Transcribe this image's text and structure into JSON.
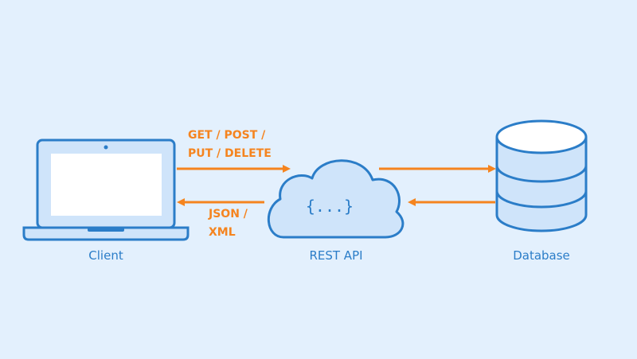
{
  "nodes": {
    "client": {
      "label": "Client"
    },
    "api": {
      "label": "REST API",
      "braces": "{...}"
    },
    "database": {
      "label": "Database"
    }
  },
  "arrows": {
    "request_line1": "GET / POST /",
    "request_line2": "PUT / DELETE",
    "response_line1": "JSON /",
    "response_line2": "XML"
  },
  "colors": {
    "background": "#e3f0fd",
    "stroke": "#2b7dc8",
    "fill": "#cfe4fa",
    "screen": "#ffffff",
    "arrow": "#f5841f"
  }
}
